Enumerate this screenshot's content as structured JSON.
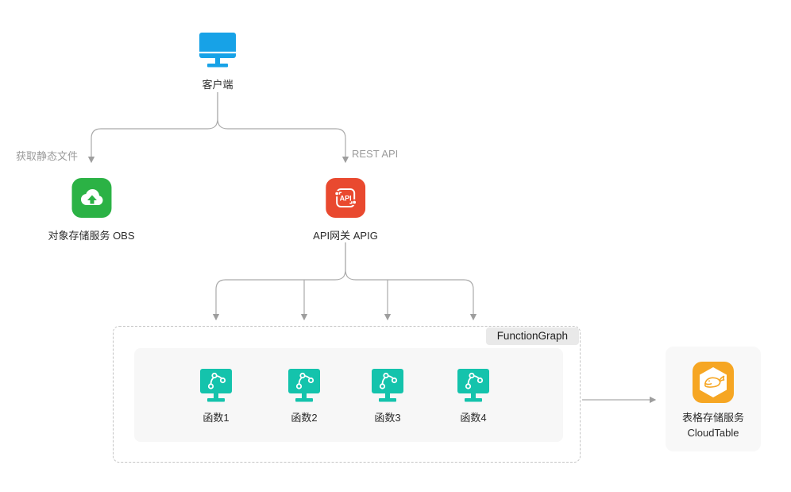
{
  "colors": {
    "client_blue": "#17A2E7",
    "obs_green": "#2BB245",
    "apig_red": "#E9492F",
    "function_teal": "#14C3AC",
    "cloudtable_orange": "#F6A623",
    "connector_gray": "#ABABAB"
  },
  "nodes": {
    "client": {
      "label": "客户端"
    },
    "obs": {
      "label": "对象存储服务 OBS"
    },
    "apig": {
      "label": "API网关 APIG",
      "icon_text": "API"
    },
    "functiongraph": {
      "label": "FunctionGraph"
    },
    "functions": [
      {
        "label": "函数1"
      },
      {
        "label": "函数2"
      },
      {
        "label": "函数3"
      },
      {
        "label": "函数4"
      }
    ],
    "cloudtable": {
      "label_line1": "表格存储服务",
      "label_line2": "CloudTable"
    }
  },
  "edges": {
    "get_static_files": {
      "label": "获取静态文件"
    },
    "rest_api": {
      "label": "REST API"
    }
  }
}
